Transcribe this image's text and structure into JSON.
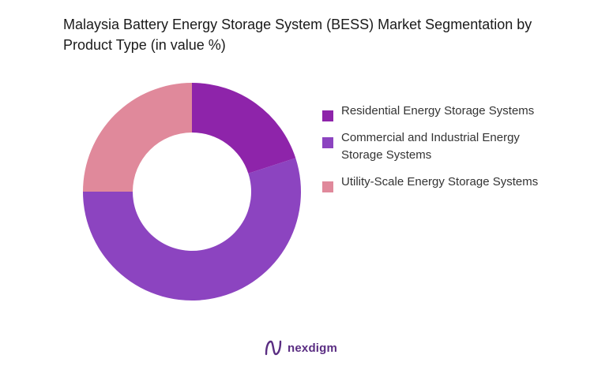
{
  "chart_data": {
    "type": "pie",
    "title": "Malaysia Battery Energy Storage System (BESS) Market Segmentation by Product Type (in value %)",
    "categories": [
      "Residential Energy Storage Systems",
      "Commercial and Industrial Energy Storage Systems",
      "Utility-Scale Energy Storage Systems"
    ],
    "values": [
      20,
      55,
      25
    ],
    "colors": [
      "#8e24aa",
      "#8c44c0",
      "#e0899b"
    ],
    "donut": true,
    "legend_position": "right"
  },
  "brand": {
    "name": "nexdigm",
    "icon": "nexdigm-logo-icon"
  }
}
